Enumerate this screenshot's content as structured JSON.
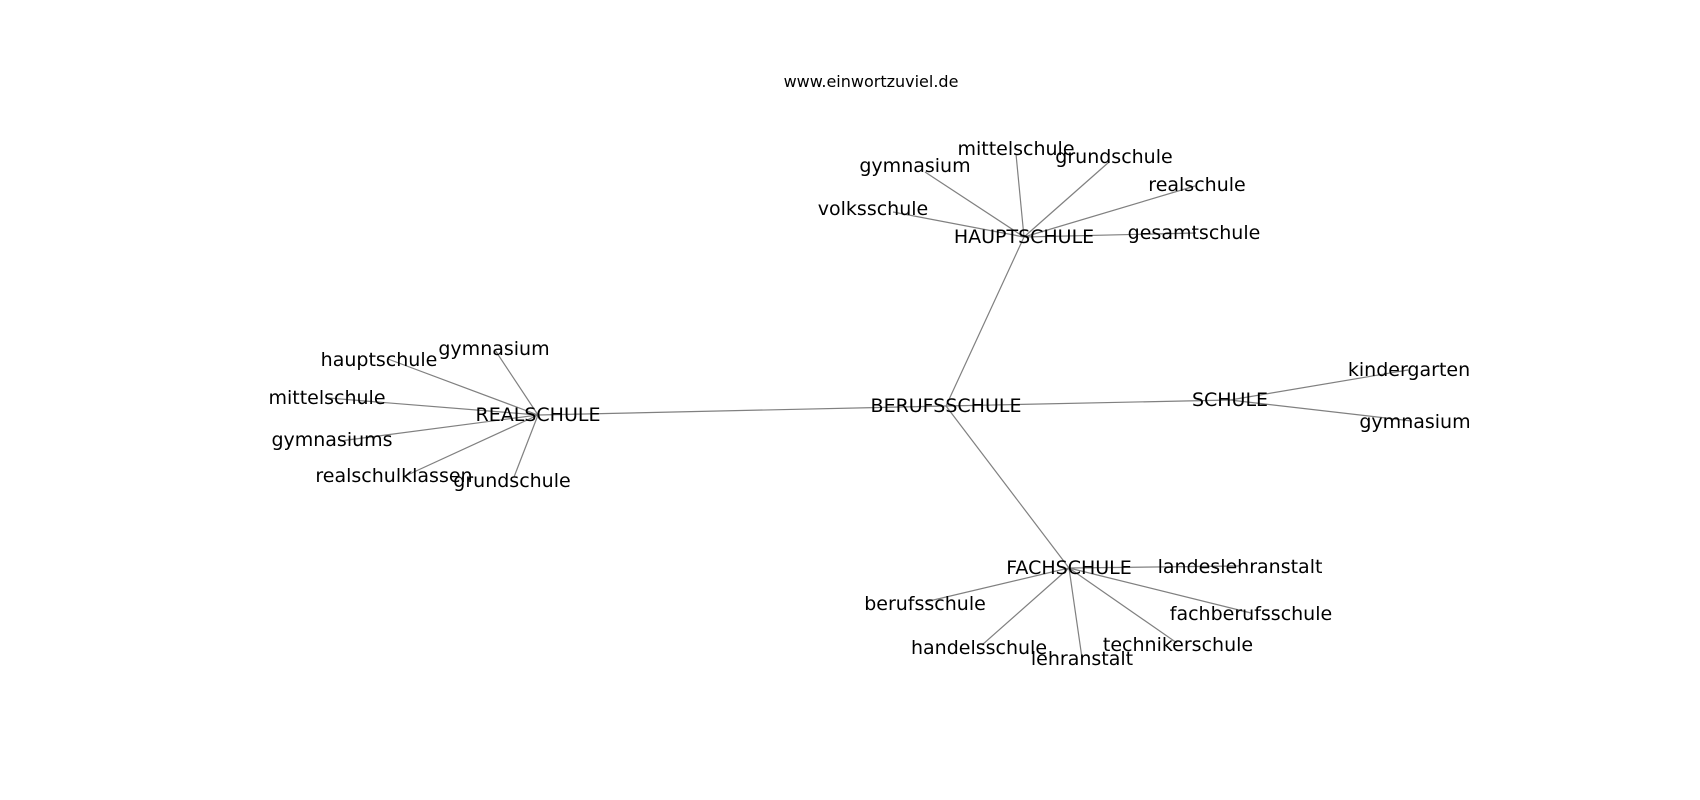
{
  "caption": "www.einwortzuviel.de",
  "colors": {
    "edge": "#808080",
    "text": "#000000",
    "background": "#ffffff"
  },
  "graph": {
    "center": "BERUFSSCHULE",
    "clusters": [
      {
        "hub": "HAUPTSCHULE",
        "leaves": [
          "gymnasium",
          "mittelschule",
          "grundschule",
          "realschule",
          "volksschule",
          "gesamtschule"
        ]
      },
      {
        "hub": "REALSCHULE",
        "leaves": [
          "hauptschule",
          "gymnasium",
          "mittelschule",
          "gymnasiums",
          "realschulklassen",
          "grundschule"
        ]
      },
      {
        "hub": "SCHULE",
        "leaves": [
          "kindergarten",
          "gymnasium"
        ]
      },
      {
        "hub": "FACHSCHULE",
        "leaves": [
          "landeslehranstalt",
          "berufsschule",
          "fachberufsschule",
          "handelsschule",
          "technikerschule",
          "lehranstalt"
        ]
      }
    ]
  }
}
